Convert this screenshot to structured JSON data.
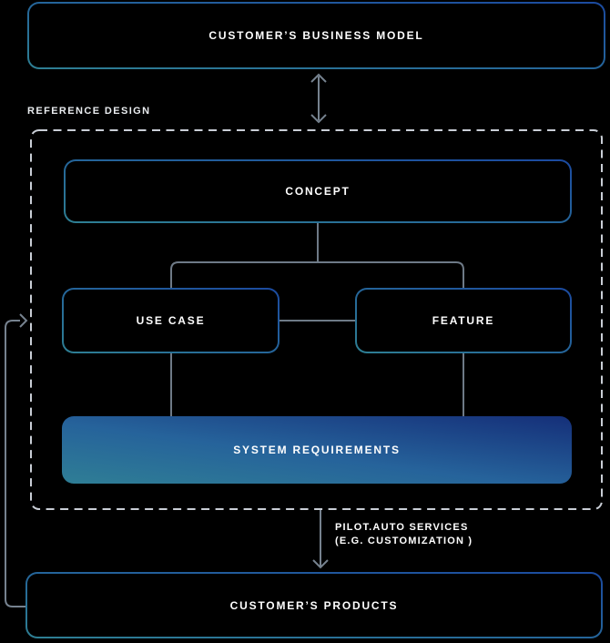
{
  "diagram": {
    "top_box": {
      "label": "CUSTOMER’S BUSINESS MODEL"
    },
    "reference_design": {
      "label": "REFERENCE DESIGN",
      "concept": "CONCEPT",
      "use_case": "USE CASE",
      "feature": "FEATURE",
      "system_requirements": "SYSTEM REQUIREMENTS"
    },
    "services_annotation": {
      "line1": "PILOT.AUTO SERVICES",
      "line2": "(E.G. CUSTOMIZATION )"
    },
    "bottom_box": {
      "label": "CUSTOMER’S PRODUCTS"
    },
    "colors": {
      "background": "#000000",
      "border_gradient_teal": "#2E7F93",
      "border_gradient_blue": "#1B4AA0",
      "fill_gradient_teal": "#2F7E95",
      "fill_gradient_navy": "#152F79",
      "connector_gray": "#6E7A87",
      "dashed_border": "#C9CED6",
      "text": "#FFFFFF"
    }
  }
}
